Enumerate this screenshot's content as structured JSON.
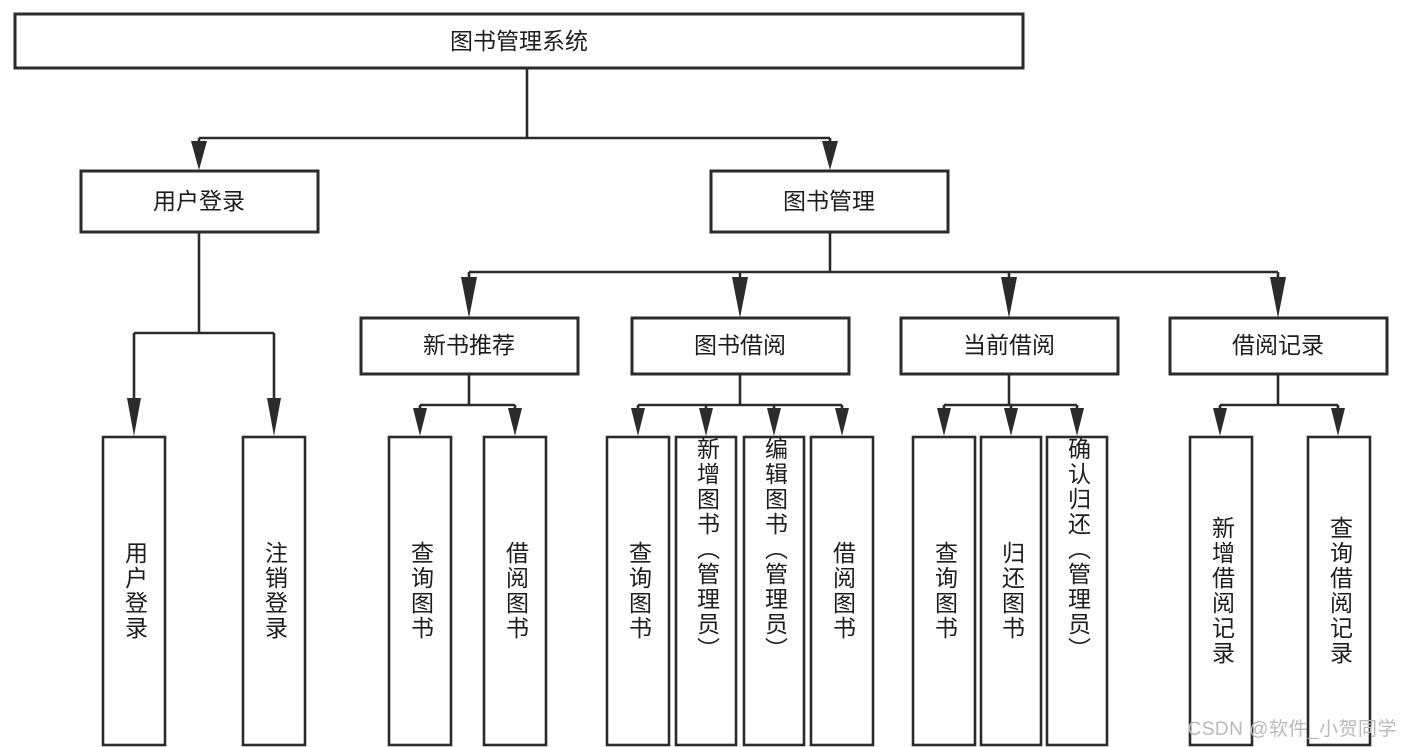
{
  "diagram": {
    "type": "tree",
    "title": "图书管理系统",
    "watermark": "CSDN @软件_小贺同学",
    "root": {
      "label": "图书管理系统"
    },
    "level2": [
      {
        "label": "用户登录"
      },
      {
        "label": "图书管理"
      }
    ],
    "level3": [
      {
        "label": "新书推荐"
      },
      {
        "label": "图书借阅"
      },
      {
        "label": "当前借阅"
      },
      {
        "label": "借阅记录"
      }
    ],
    "leaves": {
      "user_login": [
        {
          "label": "用户登录"
        },
        {
          "label": "注销登录"
        }
      ],
      "new_book_recommend": [
        {
          "label": "查询图书"
        },
        {
          "label": "借阅图书"
        }
      ],
      "book_borrow": [
        {
          "label": "查询图书"
        },
        {
          "label": "新增图书（管理员）"
        },
        {
          "label": "编辑图书（管理员）"
        },
        {
          "label": "借阅图书"
        }
      ],
      "current_borrow": [
        {
          "label": "查询图书"
        },
        {
          "label": "归还图书"
        },
        {
          "label": "确认归还（管理员）"
        }
      ],
      "borrow_record": [
        {
          "label": "新增借阅记录"
        },
        {
          "label": "查询借阅记录"
        }
      ]
    },
    "colors": {
      "stroke": "#2b2b2b",
      "fill": "#ffffff",
      "text": "#1d1d1d",
      "watermark": "#b9b9b9"
    }
  }
}
